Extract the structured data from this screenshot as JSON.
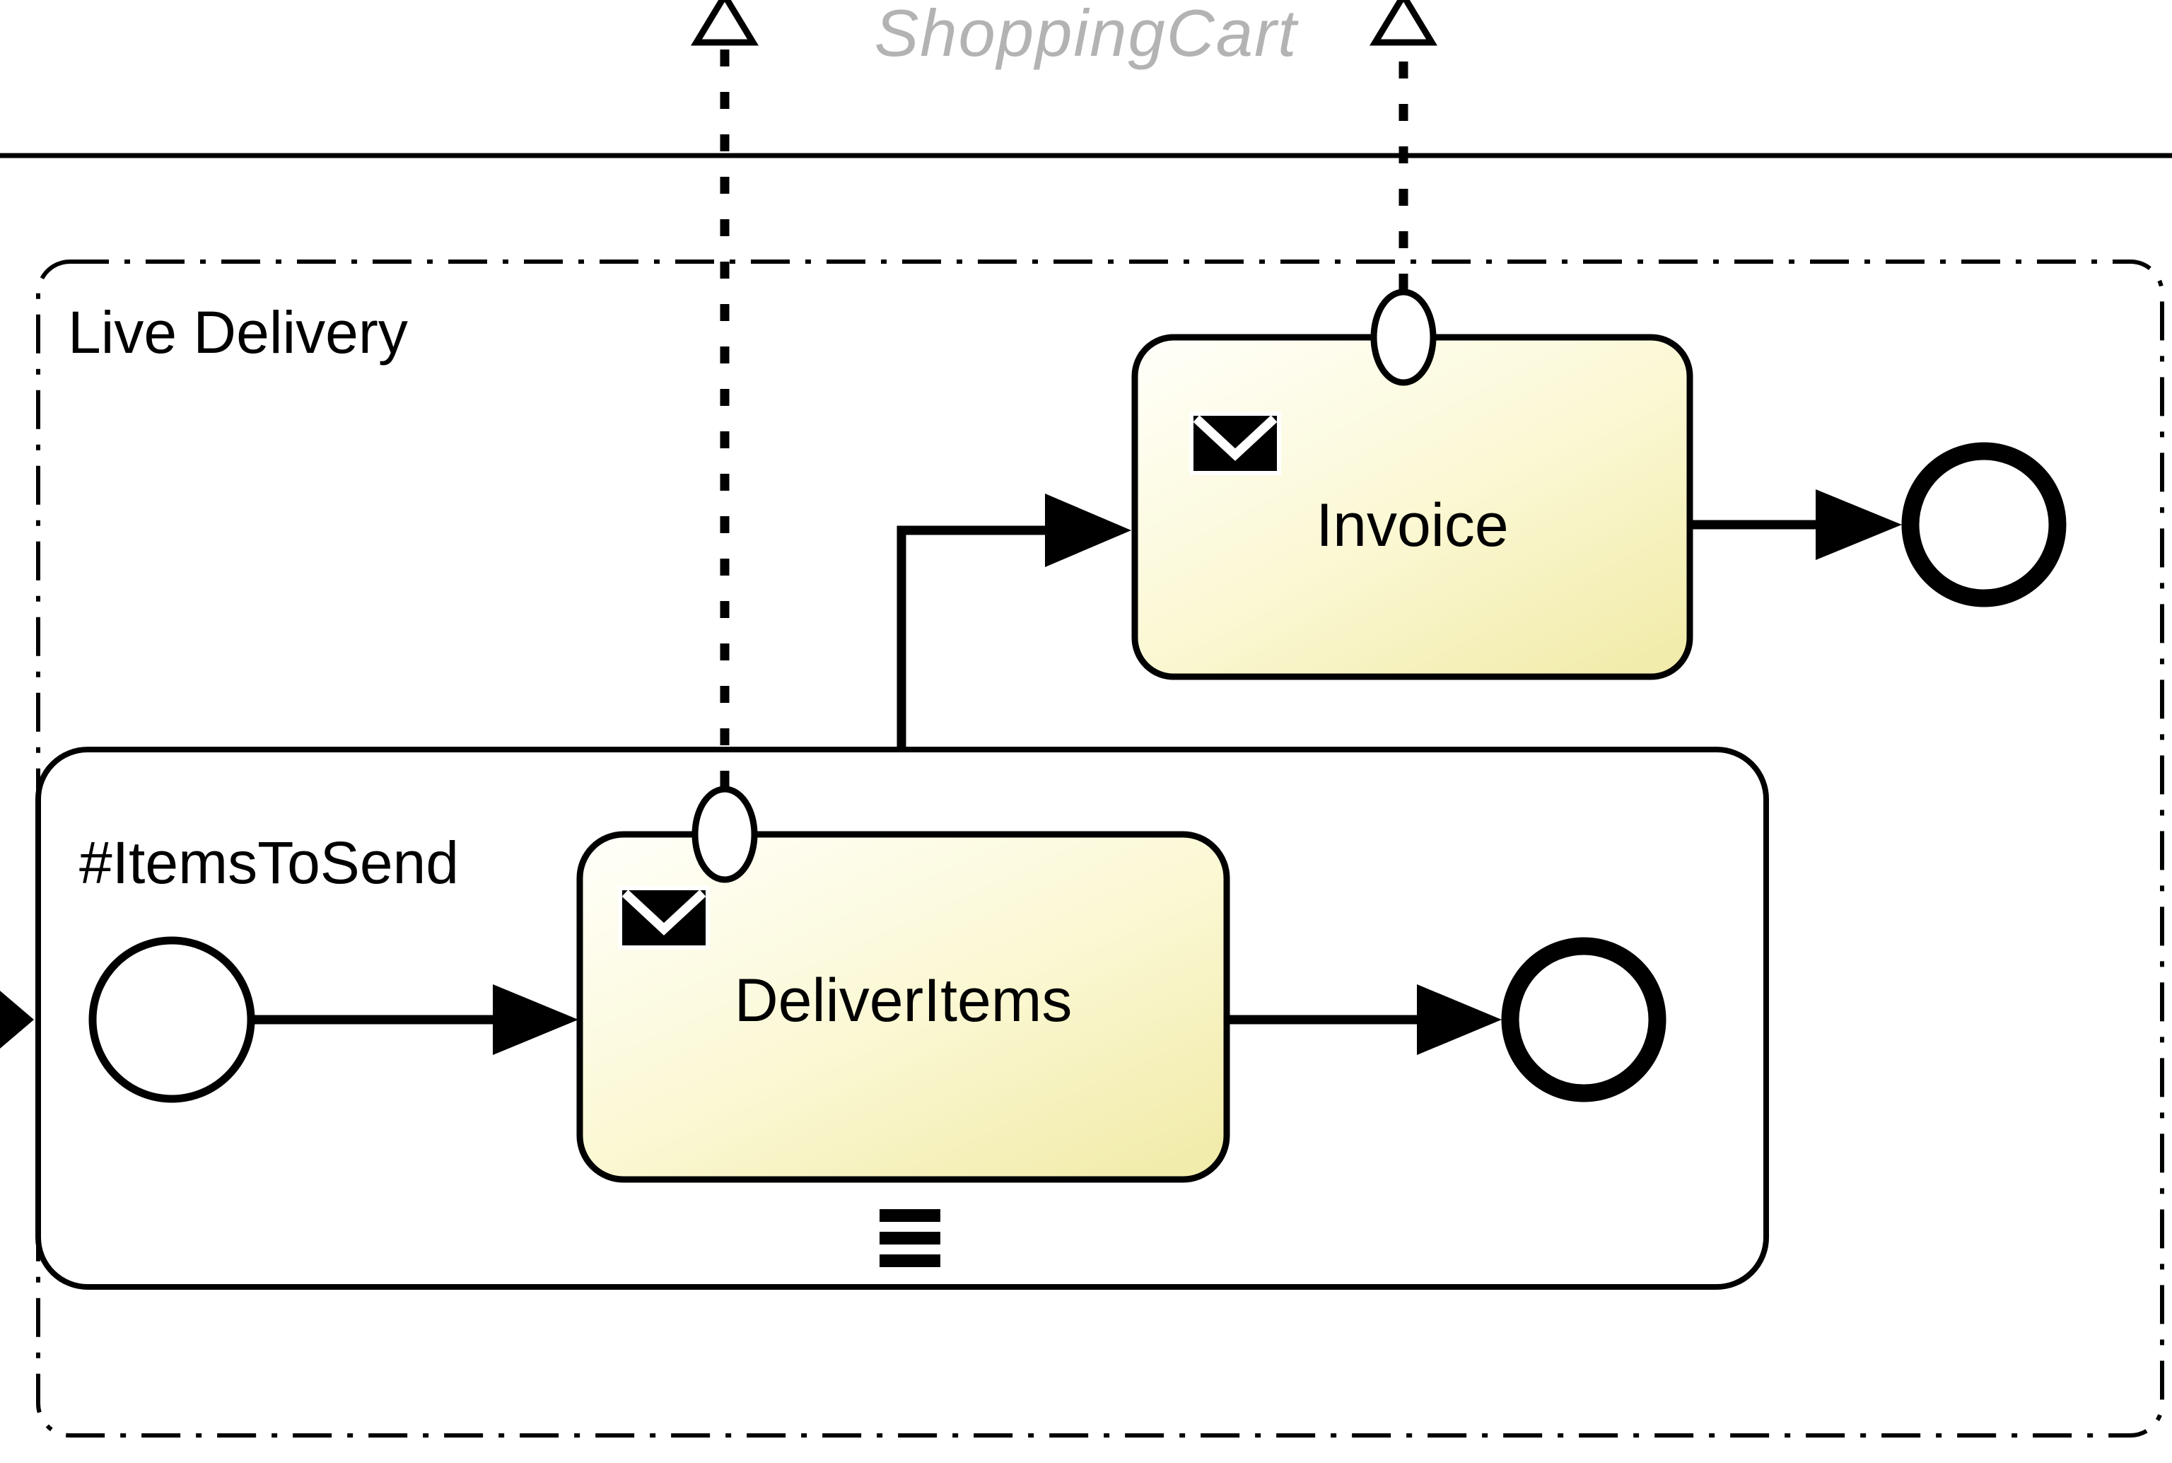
{
  "pool": {
    "label": "ShoppingCart"
  },
  "group": {
    "label": "Live Delivery"
  },
  "subprocess": {
    "label": "#ItemsToSend",
    "marker": "sequential-multi-instance"
  },
  "tasks": [
    {
      "label": "DeliverItems",
      "type": "message-task"
    },
    {
      "label": "Invoice",
      "type": "message-task"
    }
  ],
  "events": {
    "start_count": 1,
    "end_count": 2
  },
  "icons": {
    "message": "envelope",
    "sequential_multi_instance": "three-bars",
    "message_flow_target": "open-triangle"
  },
  "colors": {
    "task_fill_light": "#fffffa",
    "task_fill_mid": "#fbf8d4",
    "task_fill_dark": "#f2ecac",
    "stroke": "#000000",
    "pool_label": "#b3b3b3"
  }
}
